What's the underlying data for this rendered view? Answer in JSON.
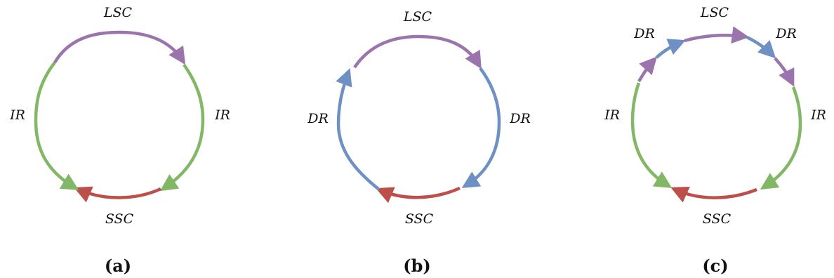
{
  "colors": {
    "LSC": "#9b74ad",
    "IR": "#82b766",
    "SSC": "#bd4f4b",
    "DR": "#6e90c3",
    "text": "#111111"
  },
  "diagrams": [
    {
      "caption": "(a)",
      "labels": {
        "top": "LSC",
        "left": "IR",
        "right": "IR",
        "bottom": "SSC"
      },
      "segments": [
        "LSC",
        "IR",
        "SSC",
        "IR"
      ]
    },
    {
      "caption": "(b)",
      "labels": {
        "top": "LSC",
        "left": "DR",
        "right": "DR",
        "bottom": "SSC"
      },
      "segments": [
        "LSC",
        "DR",
        "SSC",
        "DR"
      ]
    },
    {
      "caption": "(c)",
      "labels": {
        "top": "LSC",
        "top_left": "DR",
        "top_right": "DR",
        "left": "IR",
        "right": "IR",
        "bottom": "SSC"
      },
      "segments": [
        "DR",
        "LSC",
        "DR",
        "LSC",
        "IR",
        "SSC",
        "IR",
        "LSC"
      ]
    }
  ]
}
